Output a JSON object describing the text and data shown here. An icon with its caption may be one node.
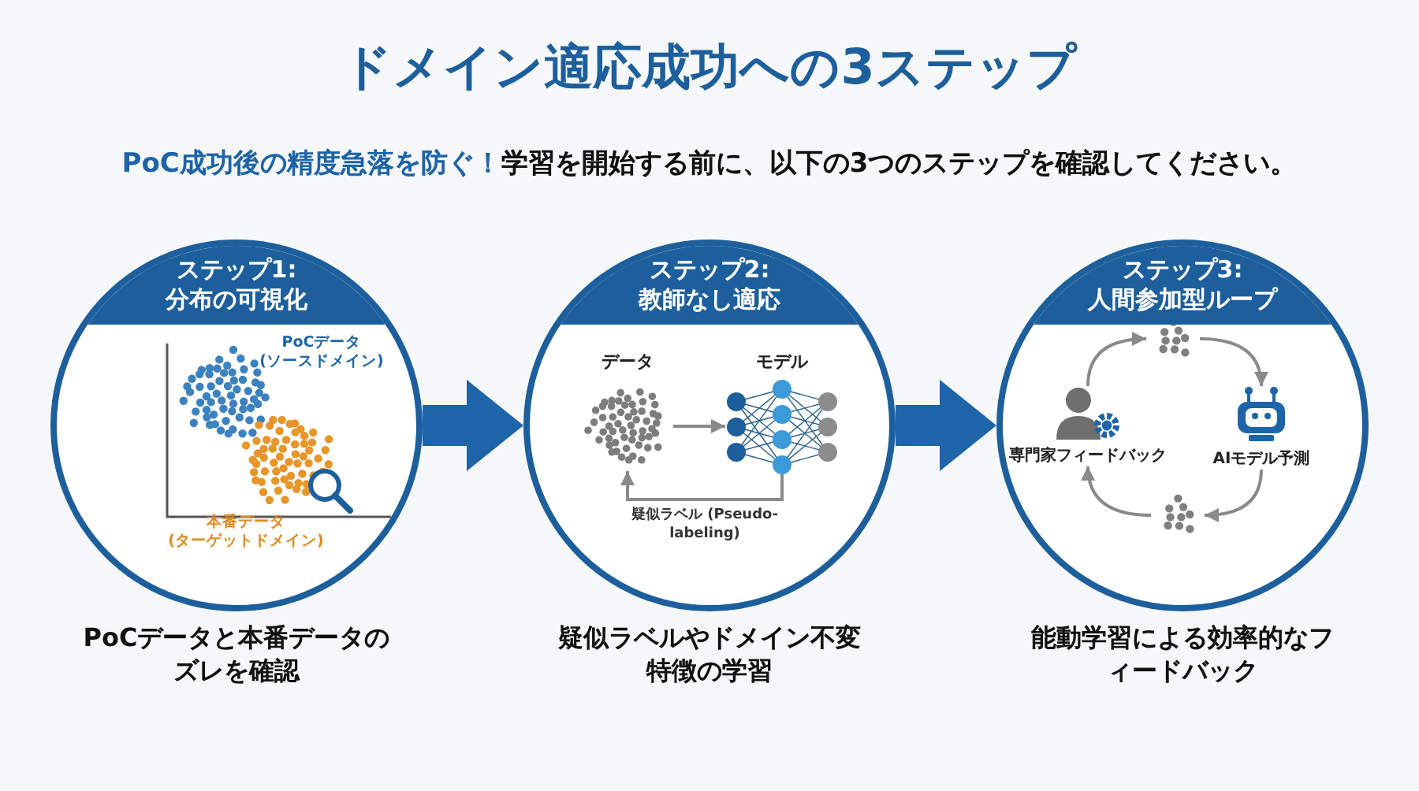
{
  "diagram": {
    "title": "ドメイン適応成功への3ステップ",
    "nodes": [
      {
        "text": [
          "ステップ1: 分布の可視化"
        ],
        "beside": [
          "PoCデータと本番データのズレを確認"
        ]
      },
      {
        "text": [
          "ステップ2: 教師なし適応"
        ],
        "beside": [
          "疑似ラベルやドメイン不変特徴の学習"
        ]
      },
      {
        "text": [
          "ステップ3: 人間参加型ループ"
        ],
        "beside": [
          "能動学習による効率的なフィードバック"
        ]
      },
      {
        "text": [
          "データ"
        ],
        "in": 1
      },
      {
        "text": [
          "モデル"
        ],
        "in": 1
      },
      {
        "text": [],
        "shape": "dots",
        "in": 2
      },
      {
        "text": [
          "専門家フィードバック"
        ],
        "in": 2
      },
      {
        "text": [
          "AIモデル予測"
        ],
        "in": 2
      },
      {
        "text": [],
        "shape": "dots",
        "in": 2
      }
    ],
    "edges": [
      {
        "from": 0,
        "to": 1,
        "arrow": "to",
        "style": "thick",
        "color": "#1d64a8"
      },
      {
        "from": 1,
        "to": 2,
        "arrow": "to",
        "style": "thick",
        "color": "#1d64a8"
      },
      {
        "from": 3,
        "to": 4,
        "arrow": "to"
      },
      {
        "from": 4,
        "to": 3,
        "arrow": "to",
        "label": "疑似ラベル (Pseudo-labeling)"
      },
      {
        "from": 6,
        "to": 5,
        "arrow": "to"
      },
      {
        "from": 5,
        "to": 7,
        "arrow": "to"
      },
      {
        "from": 7,
        "to": 8,
        "arrow": "to"
      },
      {
        "from": 8,
        "to": 6,
        "arrow": "to"
      }
    ],
    "labels": [
      "PoC成功後の精度急落を防ぐ！",
      "学習を開始する前に、以下の3つのステップを確認してください。",
      "PoCデータ (ソースドメイン)",
      "本番データ (ターゲットドメイン)"
    ]
  }
}
